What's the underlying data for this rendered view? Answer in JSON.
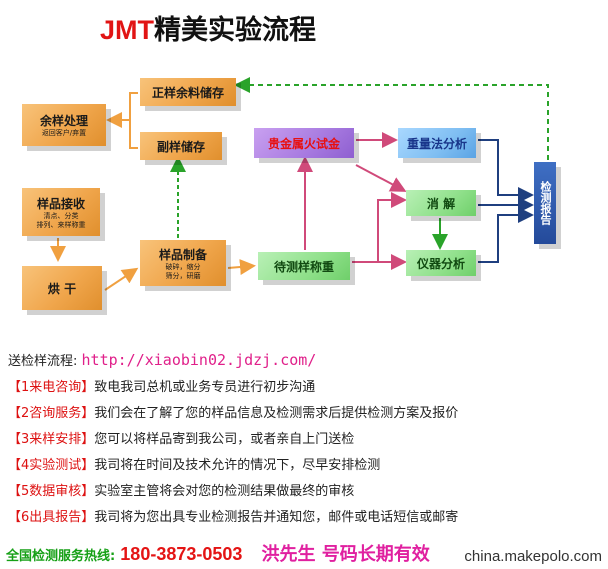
{
  "title": {
    "brand": "JMT",
    "rest": "精美实验流程"
  },
  "flow": {
    "leftover": {
      "label": "余样处理",
      "sub": "返回客户/弃置"
    },
    "retained": {
      "label": "正样余料储存"
    },
    "duplicate": {
      "label": "副样储存"
    },
    "receive": {
      "label": "样品接收",
      "sub1": "清点、分类",
      "sub2": "排列、来样称重"
    },
    "dry": {
      "label": "烘 干"
    },
    "prep": {
      "label": "样品制备",
      "sub1": "破碎，缩分",
      "sub2": "筛分，研磨"
    },
    "fire_assay": {
      "label": "贵金属火试金"
    },
    "weigh": {
      "label": "待测样称重"
    },
    "gravimetric": {
      "label": "重量法分析"
    },
    "digest": {
      "label": "消 解"
    },
    "instrument": {
      "label": "仪器分析"
    },
    "report": {
      "label": "检测报告"
    }
  },
  "steps": {
    "header": "送检样流程:",
    "url": "http://xiaobin02.jdzj.com/",
    "items": [
      {
        "tag": "【1来电咨询】",
        "text": "致电我司总机或业务专员进行初步沟通"
      },
      {
        "tag": "【2咨询服务】",
        "text": "我们会在了解了您的样品信息及检测需求后提供检测方案及报价"
      },
      {
        "tag": "【3来样安排】",
        "text": "您可以将样品寄到我公司，或者亲自上门送检"
      },
      {
        "tag": "【4实验测试】",
        "text": "我司将在时间及技术允许的情况下，尽早安排检测"
      },
      {
        "tag": "【5数据审核】",
        "text": "实验室主管将会对您的检测结果做最终的审核"
      },
      {
        "tag": "【6出具报告】",
        "text": "我司将为您出具专业检测报告并通知您，邮件或电话短信或邮寄"
      }
    ]
  },
  "hotline": {
    "label": "全国检测服务热线:",
    "number": "180-3873-0503",
    "name": "洪先生  号码长期有效"
  },
  "watermark": "china.makepolo.com"
}
